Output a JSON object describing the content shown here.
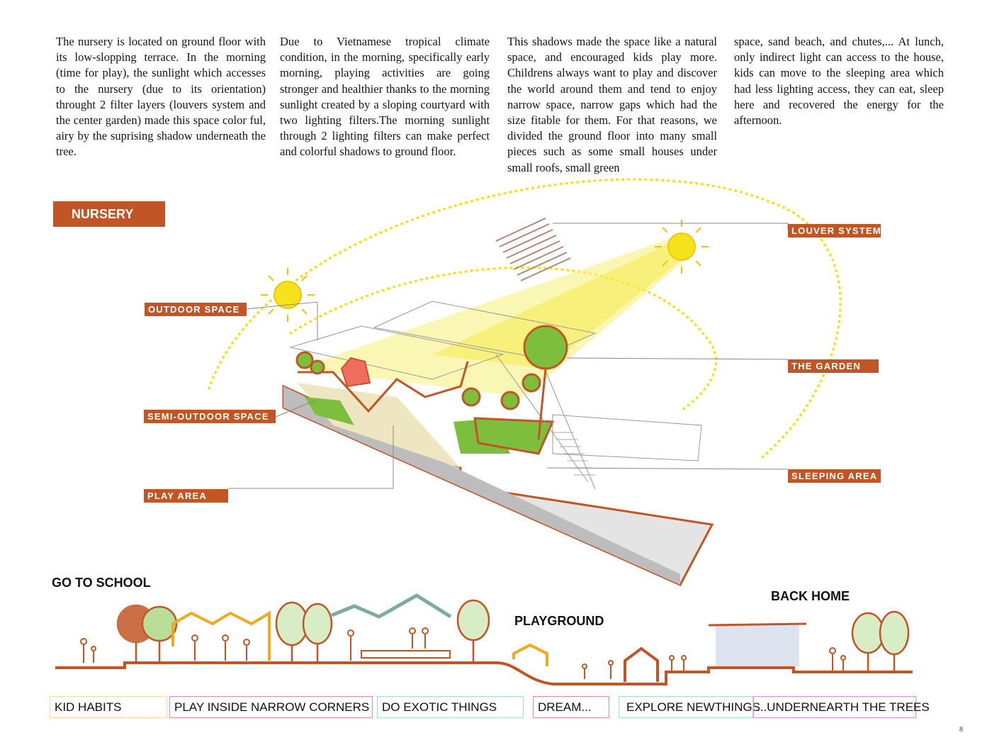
{
  "paragraphs": [
    "The nursery is located on ground floor with its low-slopping terrace. In the morning (time for play), the sunlight which accesses to the nursery (due to its orientation) throught 2 filter layers (louvers system and the center garden) made this space color ful, airy by the suprising shadow underneath the tree.",
    "Due to Vietnamese tropical climate condition, in the morning, specifically early morning, playing activities are going stronger and healthier thanks to the morning sunlight created  by a sloping courtyard with two lighting filters.The morning sunlight through 2 lighting filters can make perfect and colorful shadows to ground floor.",
    "This shadows made the space like a natural space, and encouraged kids play more. Childrens always want to play and discover the world around them and tend to enjoy narrow space, narrow gaps which had the size fitable for them. For that reasons, we divided the ground floor into many small pieces such as some small houses under small roofs, small green",
    "space, sand beach, and chutes,... At lunch, only indirect light can access to the house, kids can move to the sleeping area which had less lighting access, they can eat, sleep here and recovered the energy for the afternoon."
  ],
  "section_title": "NURSERY",
  "labels": {
    "outdoor_space": "OUTDOOR SPACE",
    "semi_outdoor_space": "SEMI-OUTDOOR SPACE",
    "play_area": "PLAY AREA",
    "louver_system": "LOUVER SYSTEM",
    "the_garden": "THE GARDEN",
    "sleeping_area": "SLEEPING AREA"
  },
  "timeline": {
    "go_to_school": "GO TO SCHOOL",
    "playground": "PLAYGROUND",
    "back_home": "BACK HOME"
  },
  "activities": [
    "KID HABITS",
    "PLAY INSIDE NARROW CORNERS",
    "DO EXOTIC THINGS",
    "DREAM...",
    "EXPLORE NEWTHINGS",
    "...UNDERNEARTH THE TREES"
  ],
  "page_number": "8",
  "colors": {
    "accent": "#c25525",
    "sun": "#f5e21c",
    "sun_ray": "#f6ee74",
    "grass": "#7dbf3c",
    "tree_fill": "#b9de9a",
    "roof_orange": "#f2a922",
    "roof_teal": "#7eaaa0"
  }
}
